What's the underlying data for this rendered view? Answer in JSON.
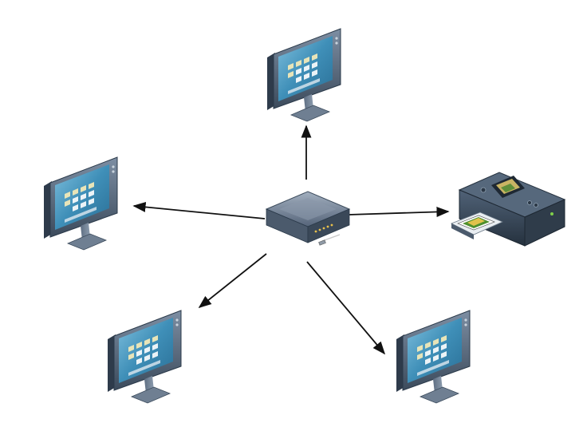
{
  "diagram": {
    "type": "network-topology",
    "hub": {
      "id": "router",
      "icon": "router-icon"
    },
    "nodes": [
      {
        "id": "monitor-top",
        "icon": "monitor-icon"
      },
      {
        "id": "monitor-left",
        "icon": "monitor-icon"
      },
      {
        "id": "monitor-bottom-left",
        "icon": "monitor-icon"
      },
      {
        "id": "monitor-bottom-right",
        "icon": "monitor-icon"
      },
      {
        "id": "printer",
        "icon": "printer-icon"
      }
    ],
    "edges": [
      {
        "from": "router",
        "to": "monitor-top",
        "directed": true
      },
      {
        "from": "router",
        "to": "monitor-left",
        "directed": true
      },
      {
        "from": "router",
        "to": "printer",
        "directed": true
      },
      {
        "from": "router",
        "to": "monitor-bottom-left",
        "directed": true
      },
      {
        "from": "router",
        "to": "monitor-bottom-right",
        "directed": true
      }
    ],
    "colors": {
      "background": "#ffffff",
      "arrow": "#111111",
      "device_body": "#4a5a6e",
      "screen": "#3f8fb8",
      "bezel": "#2b3a4a"
    }
  }
}
